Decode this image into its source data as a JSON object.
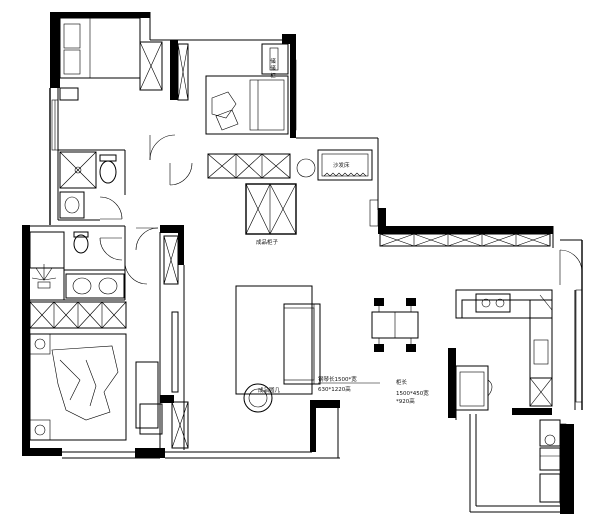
{
  "labels": {
    "wardrobe_top": "储\n储\n柜",
    "sofa_bed": "沙发床",
    "finished_cabinet": "成品柜子",
    "piano_table": "钢琴长1500*宽",
    "piano_table_2": "630*1220高",
    "cabinet_size": "柜长",
    "cabinet_size_2": "1500*450宽",
    "cabinet_size_3": "*920高",
    "tea_table": "成品圆几"
  }
}
